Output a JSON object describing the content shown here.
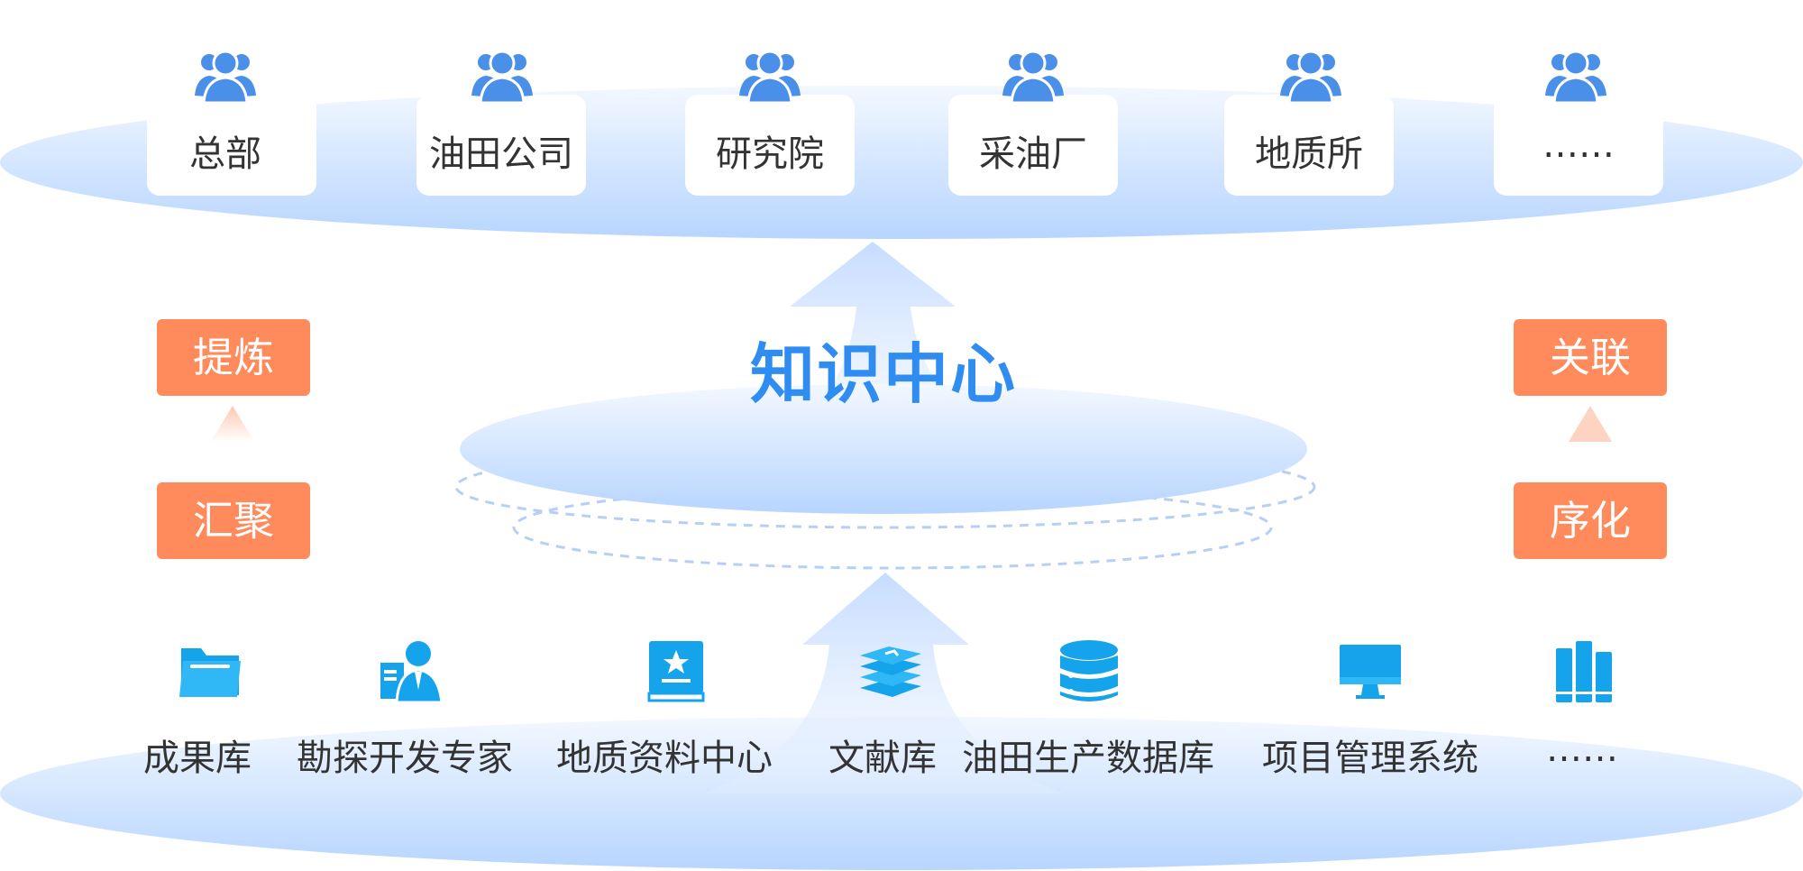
{
  "top_orgs": [
    {
      "label": "总部",
      "icon": "user-group-icon"
    },
    {
      "label": "油田公司",
      "icon": "user-group-icon"
    },
    {
      "label": "研究院",
      "icon": "user-group-icon"
    },
    {
      "label": "采油厂",
      "icon": "user-group-icon"
    },
    {
      "label": "地质所",
      "icon": "user-group-icon"
    },
    {
      "label": "……",
      "icon": "user-group-icon"
    }
  ],
  "center": {
    "title": "知识中心"
  },
  "left_process": {
    "upper": "提炼",
    "lower": "汇聚"
  },
  "right_process": {
    "upper": "关联",
    "lower": "序化"
  },
  "sources": [
    {
      "label": "成果库",
      "icon": "folder-icon"
    },
    {
      "label": "勘探开发专家",
      "icon": "expert-icon"
    },
    {
      "label": "地质资料中心",
      "icon": "book-star-icon"
    },
    {
      "label": "文献库",
      "icon": "book-stack-icon"
    },
    {
      "label": "油田生产数据库",
      "icon": "database-icon"
    },
    {
      "label": "项目管理系统",
      "icon": "monitor-icon"
    },
    {
      "label": "……",
      "icon": "bar-chart-icon"
    }
  ],
  "colors": {
    "accent_blue": "#2f8cf0",
    "icon_blue": "#4a8fe8",
    "icon_cyan": "#15a4ec",
    "tag_orange": "#ff8a5b",
    "disc_blue": "#bcd8ff",
    "text": "#333333"
  }
}
